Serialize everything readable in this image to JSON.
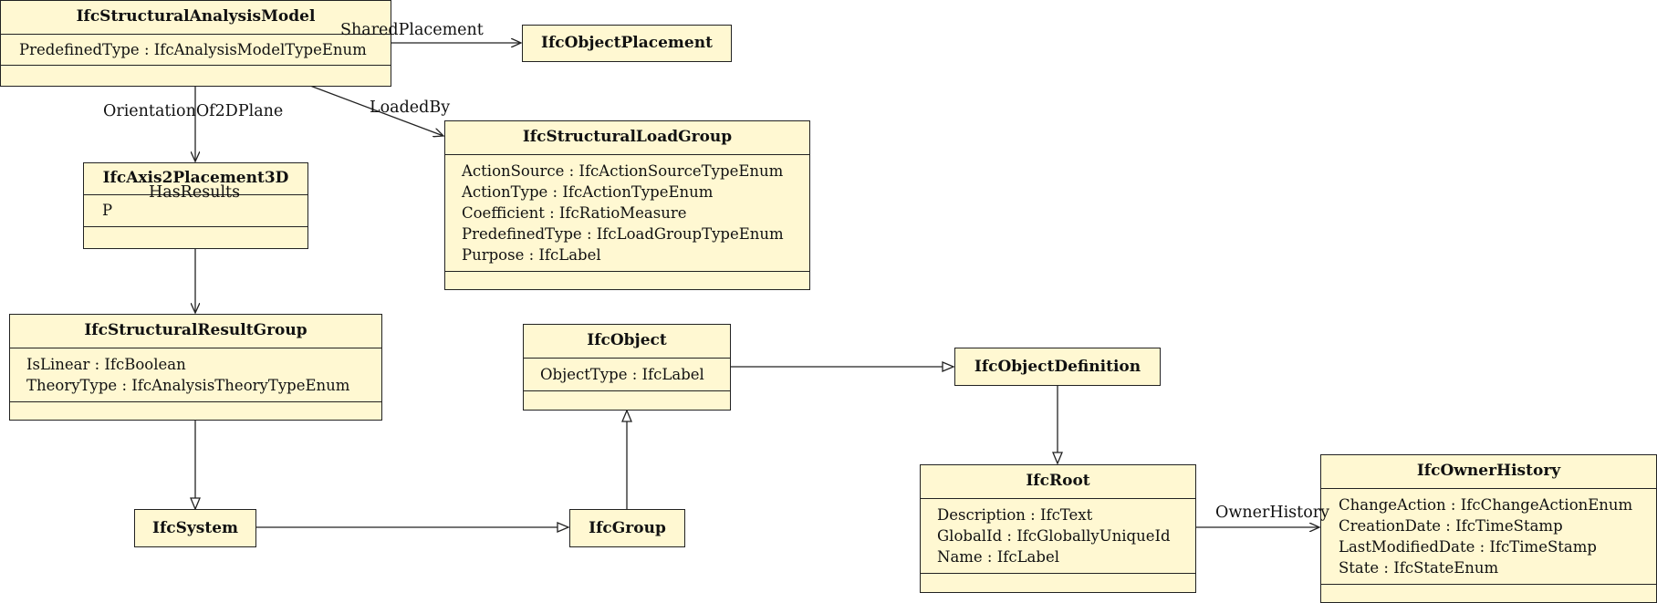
{
  "colors": {
    "box_fill": "#fff8d2",
    "stroke": "#222222",
    "text": "#111111"
  },
  "classes": {
    "IfcStructuralAnalysisModel": {
      "name": "IfcStructuralAnalysisModel",
      "attributes": [
        "PredefinedType : IfcAnalysisModelTypeEnum"
      ]
    },
    "IfcObjectPlacement": {
      "name": "IfcObjectPlacement",
      "attributes": []
    },
    "IfcAxis2Placement3D": {
      "name": "IfcAxis2Placement3D",
      "attributes": [
        "P"
      ]
    },
    "IfcStructuralLoadGroup": {
      "name": "IfcStructuralLoadGroup",
      "attributes": [
        "ActionSource : IfcActionSourceTypeEnum",
        "ActionType : IfcActionTypeEnum",
        "Coefficient : IfcRatioMeasure",
        "PredefinedType : IfcLoadGroupTypeEnum",
        "Purpose : IfcLabel"
      ]
    },
    "IfcStructuralResultGroup": {
      "name": "IfcStructuralResultGroup",
      "attributes": [
        "IsLinear : IfcBoolean",
        "TheoryType : IfcAnalysisTheoryTypeEnum"
      ]
    },
    "IfcObject": {
      "name": "IfcObject",
      "attributes": [
        "ObjectType : IfcLabel"
      ]
    },
    "IfcObjectDefinition": {
      "name": "IfcObjectDefinition",
      "attributes": []
    },
    "IfcRoot": {
      "name": "IfcRoot",
      "attributes": [
        "Description : IfcText",
        "GlobalId : IfcGloballyUniqueId",
        "Name : IfcLabel"
      ]
    },
    "IfcOwnerHistory": {
      "name": "IfcOwnerHistory",
      "attributes": [
        "ChangeAction : IfcChangeActionEnum",
        "CreationDate : IfcTimeStamp",
        "LastModifiedDate : IfcTimeStamp",
        "State : IfcStateEnum"
      ]
    },
    "IfcSystem": {
      "name": "IfcSystem",
      "attributes": []
    },
    "IfcGroup": {
      "name": "IfcGroup",
      "attributes": []
    }
  },
  "relations": {
    "shared_placement": {
      "label": "SharedPlacement",
      "from": "IfcStructuralAnalysisModel",
      "to": "IfcObjectPlacement",
      "kind": "association"
    },
    "orientation": {
      "label": "OrientationOf2DPlane",
      "from": "IfcStructuralAnalysisModel",
      "to": "IfcAxis2Placement3D",
      "kind": "association"
    },
    "loaded_by": {
      "label": "LoadedBy",
      "from": "IfcStructuralAnalysisModel",
      "to": "IfcStructuralLoadGroup",
      "kind": "association"
    },
    "has_results": {
      "label": "HasResults",
      "from": "IfcAxis2Placement3D",
      "to": "IfcStructuralResultGroup",
      "kind": "association"
    },
    "owner_history": {
      "label": "OwnerHistory",
      "from": "IfcRoot",
      "to": "IfcOwnerHistory",
      "kind": "association"
    },
    "result_group_to_system": {
      "label": "",
      "from": "IfcStructuralResultGroup",
      "to": "IfcSystem",
      "kind": "generalization"
    },
    "system_to_group": {
      "label": "",
      "from": "IfcSystem",
      "to": "IfcGroup",
      "kind": "generalization"
    },
    "group_to_object": {
      "label": "",
      "from": "IfcGroup",
      "to": "IfcObject",
      "kind": "generalization"
    },
    "object_to_definition": {
      "label": "",
      "from": "IfcObject",
      "to": "IfcObjectDefinition",
      "kind": "generalization"
    },
    "definition_to_root": {
      "label": "",
      "from": "IfcObjectDefinition",
      "to": "IfcRoot",
      "kind": "generalization"
    }
  }
}
